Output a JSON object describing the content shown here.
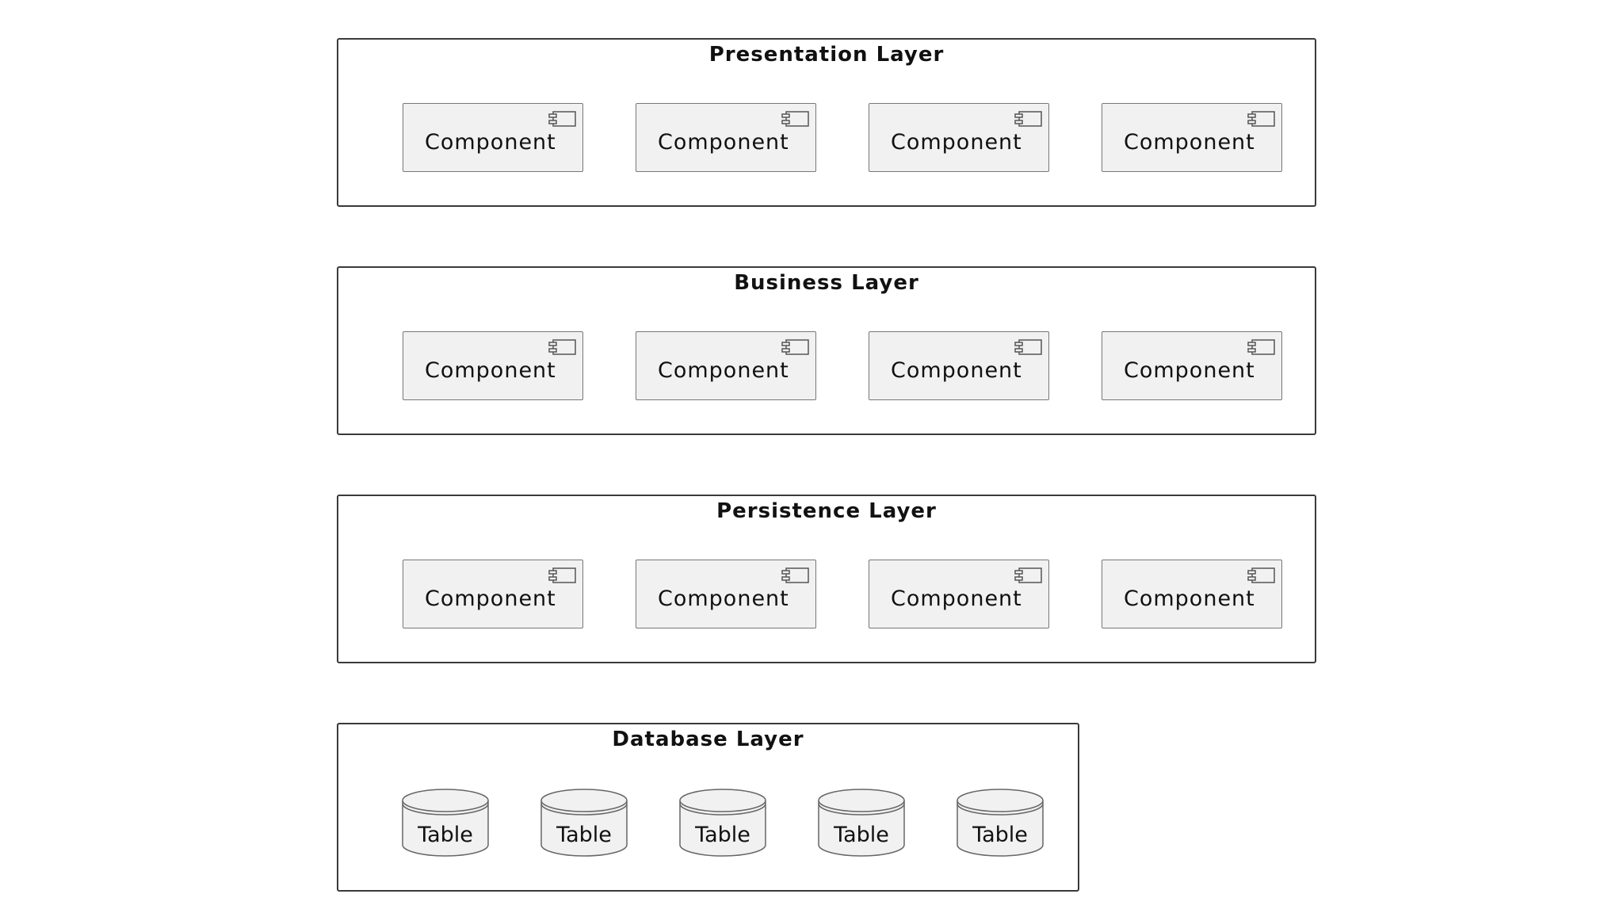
{
  "layers": [
    {
      "title": "Presentation Layer",
      "components": [
        "Component",
        "Component",
        "Component",
        "Component"
      ]
    },
    {
      "title": "Business Layer",
      "components": [
        "Component",
        "Component",
        "Component",
        "Component"
      ]
    },
    {
      "title": "Persistence Layer",
      "components": [
        "Component",
        "Component",
        "Component",
        "Component"
      ]
    }
  ],
  "database_layer": {
    "title": "Database Layer",
    "tables": [
      "Table",
      "Table",
      "Table",
      "Table",
      "Table"
    ]
  },
  "colors": {
    "component_fill": "#f1f1f1",
    "border": "#3a3a3a"
  },
  "icons": {
    "component": "uml-component-icon",
    "table": "database-cylinder-icon"
  }
}
